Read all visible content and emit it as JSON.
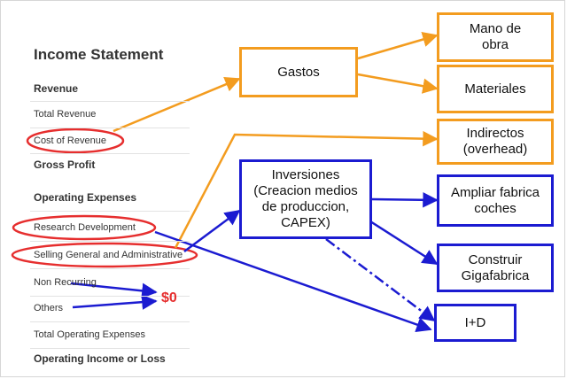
{
  "statement": {
    "title": "Income Statement",
    "rows": [
      {
        "label": "Revenue",
        "bold": true
      },
      {
        "label": "Total Revenue",
        "bold": false
      },
      {
        "label": "Cost of Revenue",
        "bold": false
      },
      {
        "label": "Gross Profit",
        "bold": true
      },
      {
        "label": "Operating Expenses",
        "bold": true
      },
      {
        "label": "Research Development",
        "bold": false
      },
      {
        "label": "Selling General and Administrative",
        "bold": false
      },
      {
        "label": "Non Recurring",
        "bold": false
      },
      {
        "label": "Others",
        "bold": false
      },
      {
        "label": "Total Operating Expenses",
        "bold": false
      },
      {
        "label": "Operating Income or Loss",
        "bold": true
      }
    ]
  },
  "boxes": {
    "gastos": "Gastos",
    "mano_de_obra": "Mano de\nobra",
    "materiales": "Materiales",
    "indirectos": "Indirectos\n(overhead)",
    "inversiones": "Inversiones\n(Creacion medios\nde produccion,\nCAPEX)",
    "ampliar_fabrica": "Ampliar fabrica\ncoches",
    "construir_gigafabrica": "Construir\nGigafabrica",
    "i_mas_d": "I+D"
  },
  "zero_label": "$0",
  "colors": {
    "orange": "#f39c1f",
    "blue": "#1b1bd1",
    "red": "#e62e2e"
  }
}
